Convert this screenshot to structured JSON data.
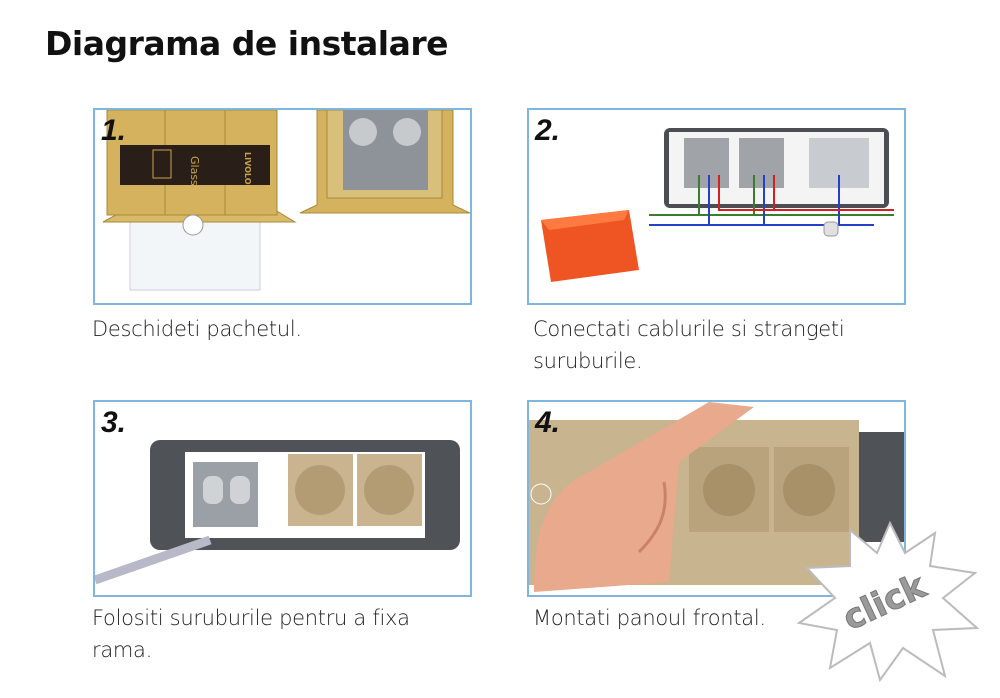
{
  "title": "Diagrama de instalare",
  "steps": [
    {
      "number": "1.",
      "caption": "Deschideti pachetul.",
      "box_brand": "LIVOLO",
      "box_label": "Glass"
    },
    {
      "number": "2.",
      "caption": "Conectati cablurile si strangeti suruburile."
    },
    {
      "number": "3.",
      "caption": "Folositi suruburile pentru a fixa rama."
    },
    {
      "number": "4.",
      "caption": "Montati panoul frontal."
    }
  ],
  "badge": {
    "label": "click"
  },
  "colors": {
    "border": "#7fb6e0",
    "gold": "#d4b25e",
    "frame": "#555a60",
    "socket": "#c9b48f"
  }
}
